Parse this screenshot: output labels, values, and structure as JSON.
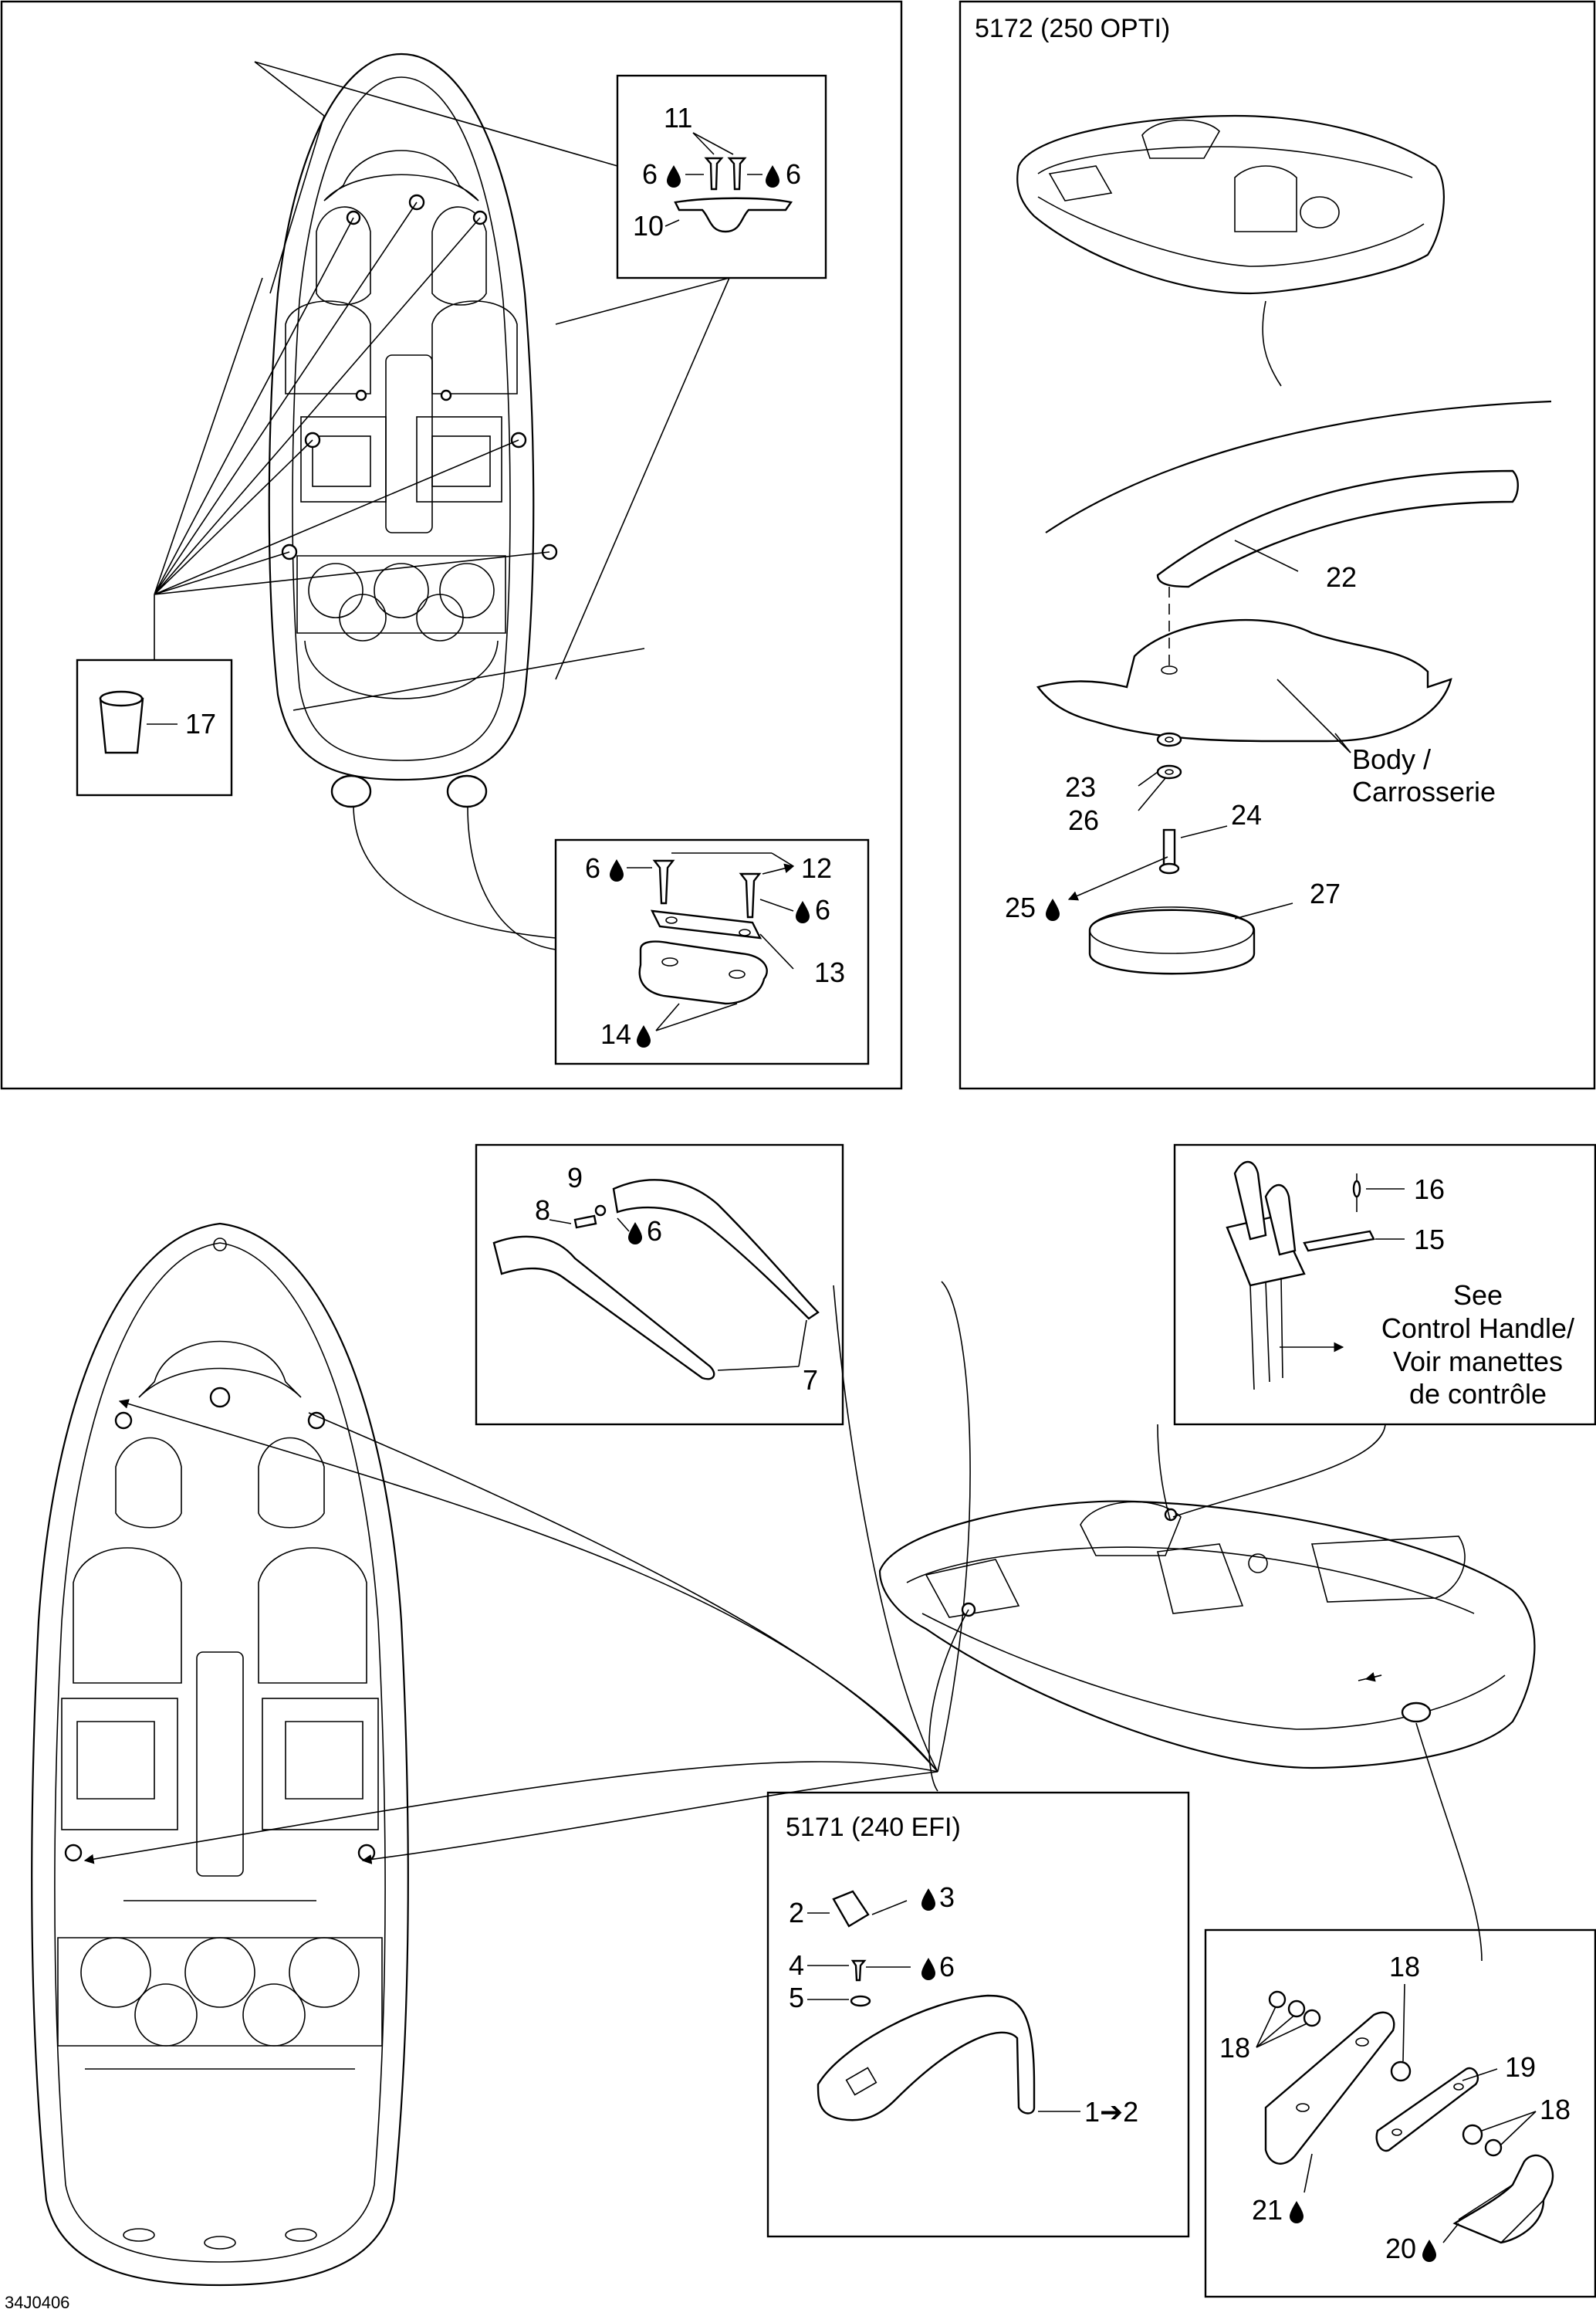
{
  "diagram_code": "34J0406",
  "panels": {
    "engine_250": {
      "title": "5172 (250 OPTI)"
    },
    "engine_240": {
      "title": "5171 (240 EFI)"
    }
  },
  "labels": {
    "p1": "1➔2",
    "p2": "2",
    "p3": "3",
    "p4": "4",
    "p5": "5",
    "p6": "6",
    "p7": "7",
    "p8": "8",
    "p9": "9",
    "p10": "10",
    "p11": "11",
    "p12": "12",
    "p13": "13",
    "p14": "14",
    "p15": "15",
    "p16": "16",
    "p17": "17",
    "p18": "18",
    "p19": "19",
    "p20": "20",
    "p21": "21",
    "p22": "22",
    "p23": "23",
    "p24": "24",
    "p25": "25",
    "p26": "26",
    "p27": "27"
  },
  "body_note": [
    "Body /",
    "Carrosserie"
  ],
  "control_note": [
    "See",
    "Control Handle/",
    "Voir manettes",
    "de contrôle"
  ],
  "icons": {
    "thread_locker": "drop-icon"
  }
}
